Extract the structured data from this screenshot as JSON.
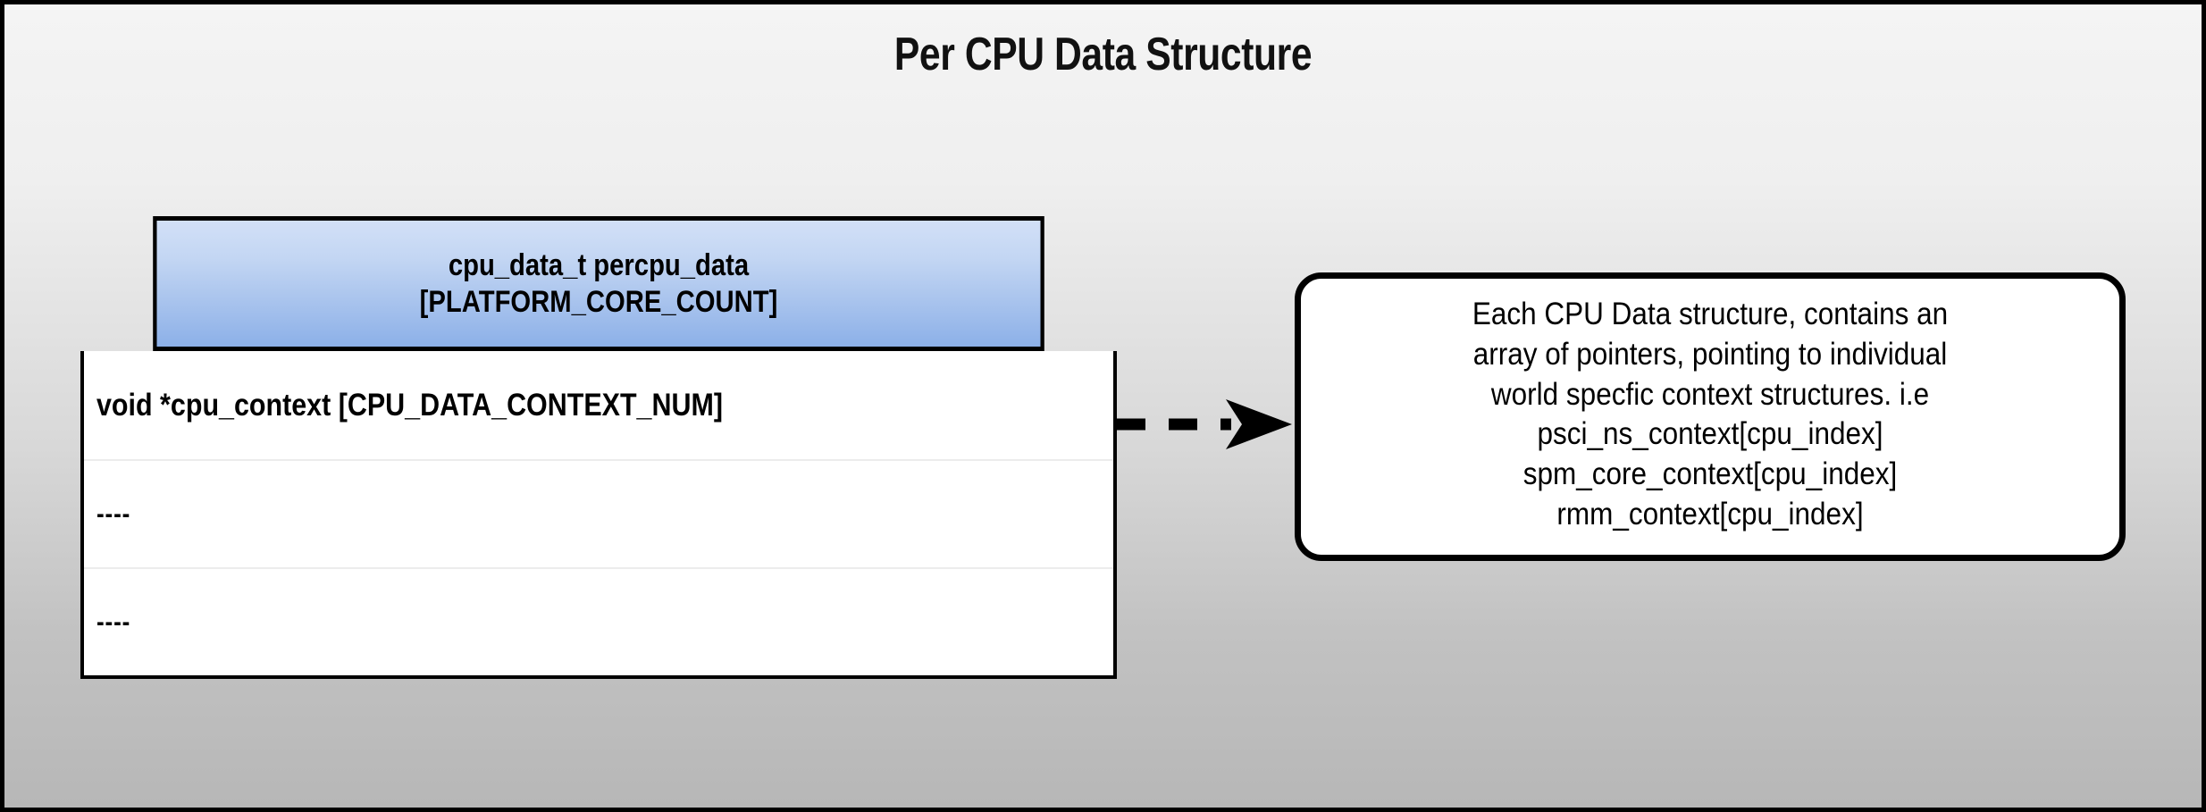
{
  "title": "Per CPU Data Structure",
  "struct_table": {
    "header_lines": [
      "cpu_data_t percpu_data",
      "[PLATFORM_CORE_COUNT]"
    ],
    "rows": [
      {
        "label": "void *cpu_context [CPU_DATA_CONTEXT_NUM]"
      },
      {
        "label": "----"
      },
      {
        "label": "----"
      }
    ]
  },
  "connector": {
    "style": "dashed-arrow",
    "direction": "right"
  },
  "callout": {
    "lines": [
      "Each CPU Data structure, contains an",
      "array of pointers, pointing to individual",
      "world specfic context structures. i.e",
      "psci_ns_context[cpu_index]",
      "spm_core_context[cpu_index]",
      "rmm_context[cpu_index]"
    ]
  },
  "colors": {
    "header_gradient_top": "#d2e0f7",
    "header_gradient_bottom": "#8cb0e8",
    "background_top": "#f4f4f4",
    "background_bottom": "#b7b7b7",
    "border": "#000000",
    "row_divider": "#ececec"
  }
}
